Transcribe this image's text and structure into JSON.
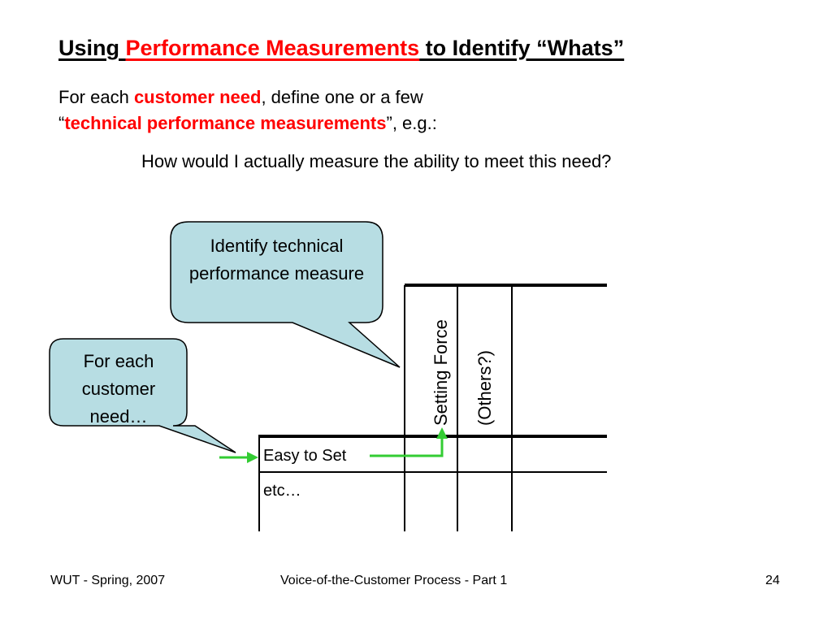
{
  "slide": {
    "title": {
      "prefix": "Using ",
      "highlight": "Performance Measurements",
      "suffix": " to Identify “Whats”"
    },
    "intro": {
      "line1_a": "For each ",
      "line1_b": "customer need",
      "line1_c": ", define one or a few",
      "line2_a": "“",
      "line2_b": "technical performance measurements",
      "line2_c": "”, e.g.:"
    },
    "question": "How would I actually measure the ability to meet this need?",
    "callouts": {
      "top": "Identify technical performance measure",
      "left": "For each customer need…"
    },
    "matrix": {
      "columns": [
        "Setting Force",
        "(Others?)"
      ],
      "rows": [
        "Easy to Set",
        "etc…"
      ]
    },
    "footer": {
      "left": "WUT - Spring, 2007",
      "center": "Voice-of-the-Customer Process - Part 1",
      "page": "24"
    }
  },
  "colors": {
    "highlight": "#ff0000",
    "callout_fill": "#b7dde3",
    "arrow": "#33cc33"
  }
}
